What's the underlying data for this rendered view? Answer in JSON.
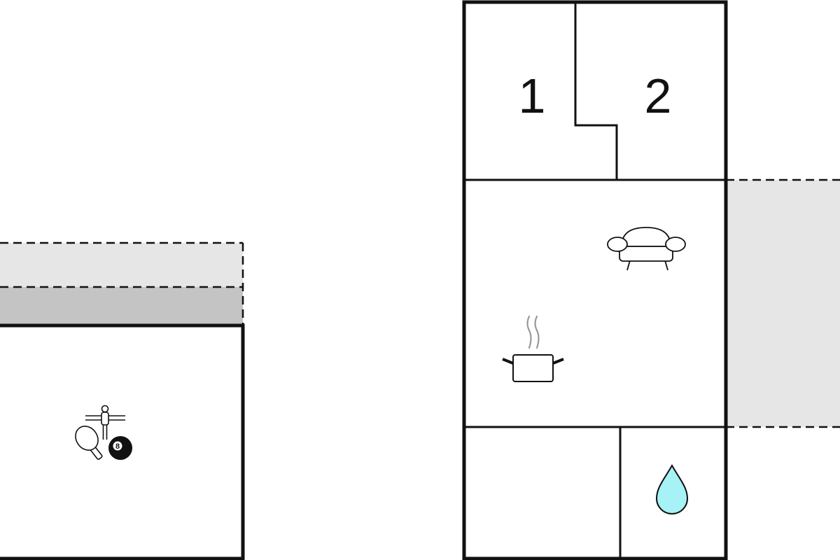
{
  "floor_plan": {
    "rooms": {
      "bedroom_1": {
        "label": "1"
      },
      "bedroom_2": {
        "label": "2"
      },
      "living_kitchen": {
        "icons": [
          "sofa-icon",
          "cooking-pot-icon"
        ]
      },
      "utility": {},
      "bathroom": {
        "icons": [
          "water-drop-icon"
        ]
      },
      "annex_games_room": {
        "icons": [
          "table-football-icon",
          "table-tennis-icon",
          "billiard-ball-icon"
        ]
      }
    },
    "billiard_ball_number": "8",
    "terraces": [
      "annex-covered-terrace",
      "annex-open-terrace",
      "house-terrace"
    ]
  },
  "colors": {
    "wall": "#111111",
    "terrace_light": "#e6e6e6",
    "terrace_dark": "#c4c4c4",
    "water": "#a6f2f7",
    "icon_stroke": "#111111",
    "steam": "#999999",
    "background": "#ffffff"
  }
}
